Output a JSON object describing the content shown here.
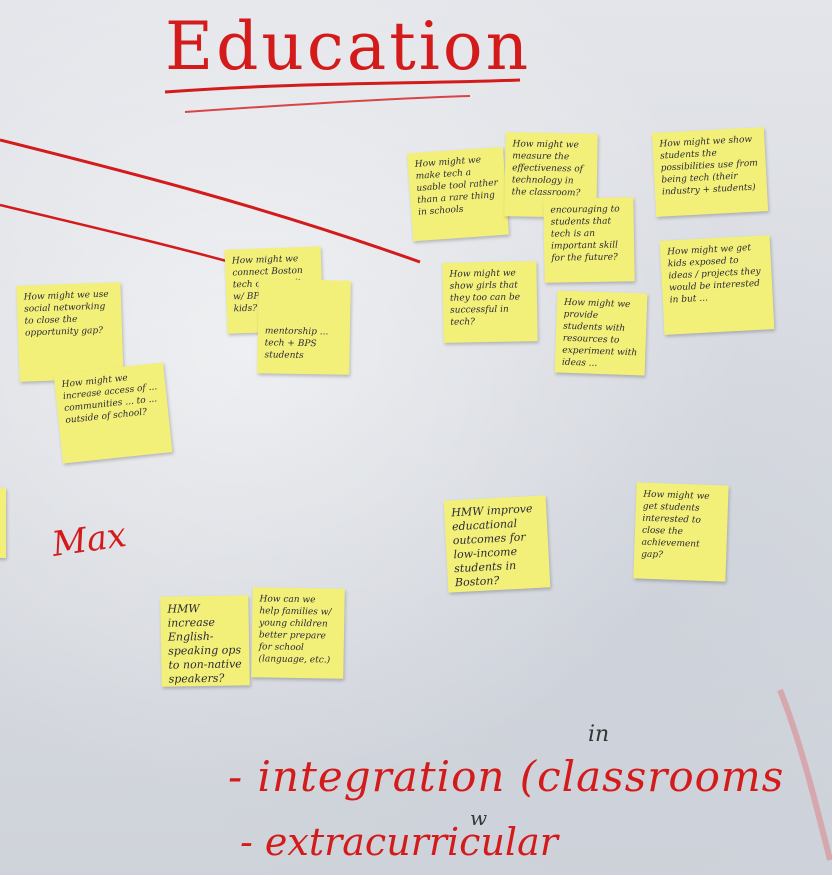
{
  "board": {
    "title": "Education",
    "name_label": "Max",
    "bottom_line_1": "- integration (classrooms",
    "bottom_line_2": "- extracurricular",
    "insert_mark_in": "in",
    "insert_mark_w": "w"
  },
  "notes": [
    {
      "text": "How might we make tech a usable tool rather than a rare thing in schools"
    },
    {
      "text": "How might we measure the effectiveness of technology in the classroom?"
    },
    {
      "text": "How might we show students the possibilities use from being tech (their industry + students)"
    },
    {
      "text": "encouraging to students that tech is an important skill for the future?"
    },
    {
      "text": "How might we connect Boston tech community w/ BPS school kids?"
    },
    {
      "text": "mentorship ... tech + BPS students"
    },
    {
      "text": "How might we show girls that they too can be successful in tech?"
    },
    {
      "text": "How might we get kids exposed to ideas / projects they would be interested in but ..."
    },
    {
      "text": "How might we provide students with resources to experiment with ideas ..."
    },
    {
      "text": "How might we use social networking to close the opportunity gap?"
    },
    {
      "text": "How might we increase access of ... communities ... to ... outside of school?"
    },
    {
      "text": "HMW improve educational outcomes for low-income students in Boston?"
    },
    {
      "text": "How might we get students interested to close the achievement gap?"
    },
    {
      "text": "HMW increase English-speaking ops to non-native speakers?"
    },
    {
      "text": "How can we help families w/ young children better prepare for school (language, etc.)"
    }
  ],
  "colors": {
    "marker_red": "#d41b1b",
    "sticky_yellow": "#f3f07a",
    "board": "#dcdfe4"
  }
}
